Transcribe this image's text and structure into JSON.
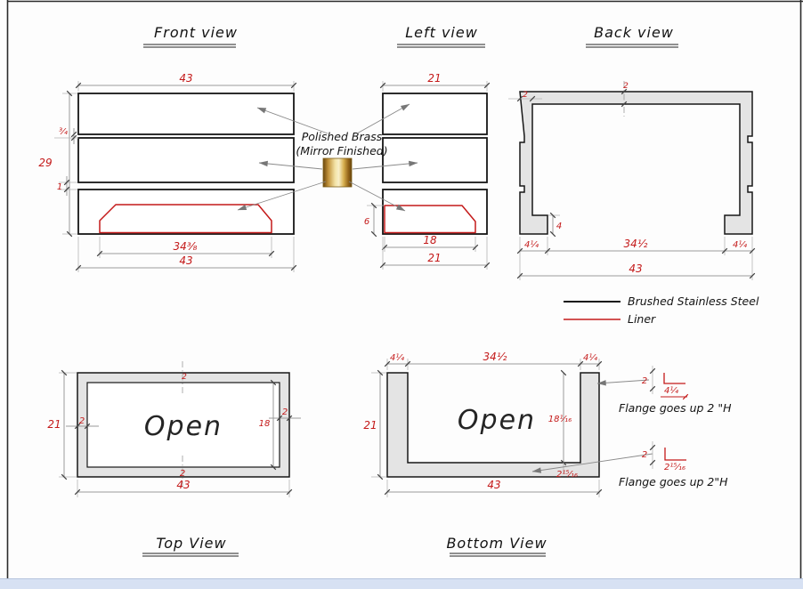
{
  "front": {
    "title": "Front view",
    "width_top": "43",
    "height": "29",
    "gap_top": "³⁄₄",
    "gap_mid": "1",
    "liner_width": "34³⁄₈",
    "width_bottom": "43"
  },
  "left_view": {
    "title": "Left view",
    "width_top": "21",
    "liner_height": "6",
    "liner_width": "18",
    "width_bottom": "21"
  },
  "back": {
    "title": "Back view",
    "wall_left": "2",
    "wall_top": "2",
    "foot_height": "4",
    "foot_left": "4¹⁄₄",
    "span": "34¹⁄₂",
    "foot_right": "4¹⁄₄",
    "width": "43"
  },
  "note": {
    "line1": "Polished Brass",
    "line2": "(Mirror Finished)"
  },
  "legend": {
    "steel": "Brushed Stainless Steel",
    "liner": "Liner"
  },
  "top_view": {
    "title": "Top View",
    "open": "Open",
    "depth": "21",
    "wall_left": "2",
    "inner": "18",
    "wall_right": "2",
    "wall_top": "2",
    "wall_bottom": "2",
    "width": "43"
  },
  "bottom_view": {
    "title": "Bottom View",
    "open": "Open",
    "flange_left": "4¹⁄₄",
    "span": "34¹⁄₂",
    "flange_right": "4¹⁄₄",
    "depth": "21",
    "inner_depth": "18¹⁄₁₆",
    "base": "2¹⁵⁄₁₆",
    "width": "43",
    "detail_upper": {
      "h": "2",
      "w": "4¹⁄₄",
      "note": "Flange goes up 2 \"H"
    },
    "detail_lower": {
      "h": "2",
      "w": "2¹⁵⁄₁₆",
      "note": "Flange goes up 2\"H"
    }
  },
  "colors": {
    "dimension_red": "#c41a1a",
    "steel_fill": "#e4e4e4",
    "outline_black": "#161616",
    "brass_dark": "#6b470c",
    "brass_light": "#f8efc9",
    "footer_strip": "#d7e1f3"
  }
}
